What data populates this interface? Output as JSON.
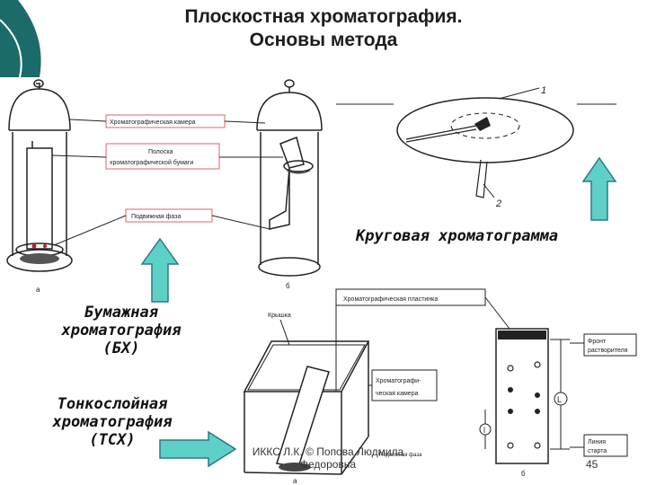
{
  "slide": {
    "title_line1": "Плоскостная хроматография.",
    "title_line2": "Основы метода",
    "circular_label": "Круговая хроматограмма",
    "paper_label_line1": "Бумажная",
    "paper_label_line2": "хроматография",
    "paper_label_line3": "(БХ)",
    "tlc_label_line1": "Тонкослойная",
    "tlc_label_line2": "хроматография",
    "tlc_label_line3": "(ТСХ)",
    "footer_text": "ИККС Л.К. © Попова Людмила Федоровна",
    "page_number": "45"
  },
  "figure_paper": {
    "callout_chamber": "Хроматографическая камера",
    "callout_strip_line1": "Полоска",
    "callout_strip_line2": "хроматографической бумаги",
    "callout_phase": "Подвижная фаза",
    "letter_a": "а",
    "letter_b": "б"
  },
  "figure_circular": {
    "num1": "1",
    "num2": "2"
  },
  "figure_tlc": {
    "callout_plate": "Хроматографическая пластинка",
    "callout_lid": "Крышка",
    "callout_chamber_line1": "Хроматографи-",
    "callout_chamber_line2": "ческая камера",
    "callout_front_line1": "Фронт",
    "callout_front_line2": "растворителя",
    "callout_start_line1": "Линия",
    "callout_start_line2": "старта",
    "callout_phase": "Подвижная фаза",
    "letter_a": "а",
    "letter_b": "б",
    "dim_L": "L",
    "dim_l": "l"
  },
  "colors": {
    "accent_teal": "#1b6b6b",
    "arrow_fill": "#5fd0c8",
    "arrow_stroke": "#2a7a80",
    "callout_red": "#d9646a"
  }
}
